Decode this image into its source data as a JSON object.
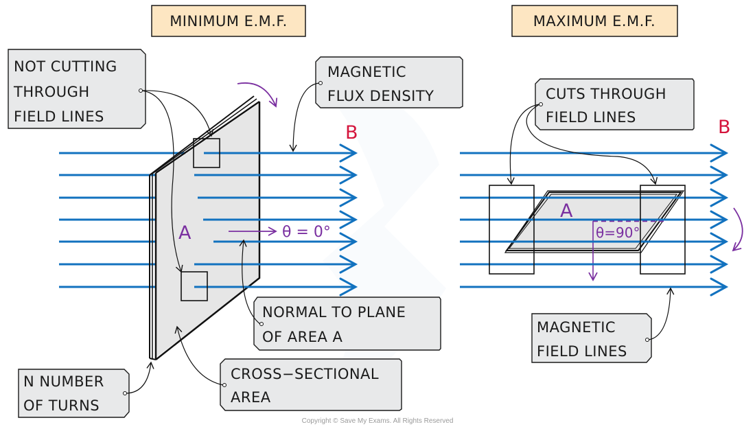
{
  "colors": {
    "field_line": "#1272bf",
    "label_fill": "#e8e9ea",
    "title_fill": "#fde6c2",
    "purple": "#7a2fa0",
    "b_label": "#d4143c",
    "coil_fill": "#e6e6e6"
  },
  "left_panel": {
    "title": "MINIMUM E.M.F.",
    "field_symbol": "B",
    "area_symbol": "A",
    "angle_label": "θ = 0°",
    "labels": {
      "not_cutting": [
        "NOT CUTTING",
        "THROUGH",
        "FIELD LINES"
      ],
      "flux_density": [
        "MAGNETIC",
        "FLUX DENSITY"
      ],
      "normal": [
        "NORMAL TO PLANE",
        "OF AREA A"
      ],
      "turns": [
        "N NUMBER",
        "OF TURNS"
      ],
      "cross_section": [
        "CROSS−SECTIONAL",
        "AREA"
      ]
    },
    "field_line_count": 7
  },
  "right_panel": {
    "title": "MAXIMUM E.M.F.",
    "field_symbol": "B",
    "area_symbol": "A",
    "angle_label": "θ=90°",
    "labels": {
      "cuts_through": [
        "CUTS THROUGH",
        "FIELD LINES"
      ],
      "field_lines": [
        "MAGNETIC",
        "FIELD LINES"
      ]
    },
    "field_line_count": 7
  },
  "copyright": "Copyright © Save My Exams. All Rights Reserved"
}
